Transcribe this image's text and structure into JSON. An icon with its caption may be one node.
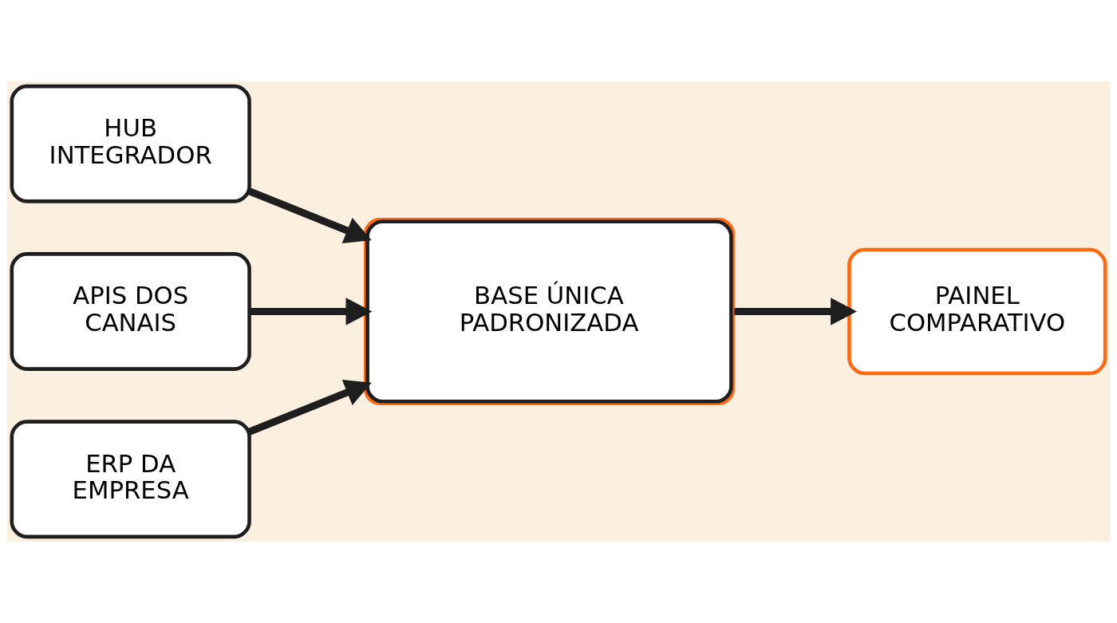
{
  "diagram": {
    "nodes": [
      {
        "text": [
          "HUB INTEGRADOR"
        ]
      },
      {
        "text": [
          "APIS DOS CANAIS"
        ]
      },
      {
        "text": [
          "ERP DA EMPRESA"
        ]
      },
      {
        "text": [
          "BASE ÚNICA PADRONIZADA"
        ]
      },
      {
        "text": [
          "PAINEL COMPARATIVO"
        ]
      }
    ],
    "edges": [
      {
        "from": 0,
        "to": 3,
        "arrow": "to"
      },
      {
        "from": 1,
        "to": 3,
        "arrow": "to"
      },
      {
        "from": 2,
        "to": 3,
        "arrow": "to"
      },
      {
        "from": 3,
        "to": 4,
        "arrow": "to"
      }
    ]
  }
}
